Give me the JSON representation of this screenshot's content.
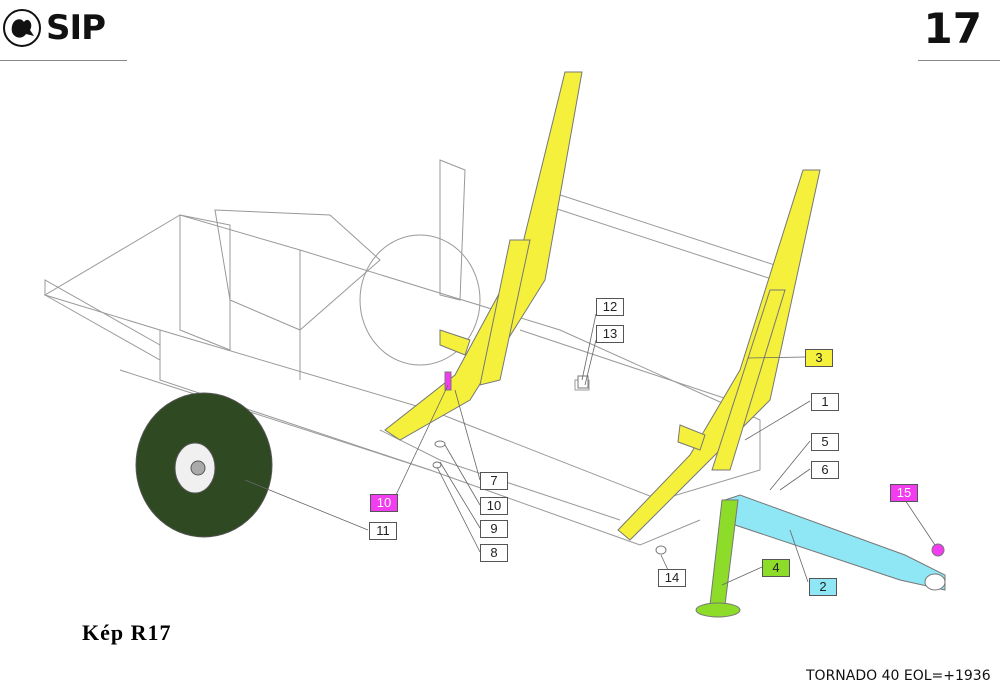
{
  "header": {
    "brand": "SIP",
    "page_number": "17"
  },
  "caption": "Kép  R17",
  "footer": "TORNADO 40 EOL=+1936",
  "colors": {
    "yellow": "#f4f03c",
    "blue": "#8fe6f4",
    "green": "#8edc2a",
    "wheel": "#2f4a22",
    "magenta": "#f23cf0"
  },
  "callouts": [
    {
      "id": "12",
      "text": "12"
    },
    {
      "id": "13",
      "text": "13"
    },
    {
      "id": "3",
      "text": "3"
    },
    {
      "id": "1",
      "text": "1"
    },
    {
      "id": "5",
      "text": "5"
    },
    {
      "id": "6",
      "text": "6"
    },
    {
      "id": "15",
      "text": "15"
    },
    {
      "id": "7",
      "text": "7"
    },
    {
      "id": "10a",
      "text": "10"
    },
    {
      "id": "9",
      "text": "9"
    },
    {
      "id": "8",
      "text": "8"
    },
    {
      "id": "10b",
      "text": "10"
    },
    {
      "id": "11",
      "text": "11"
    },
    {
      "id": "14",
      "text": "14"
    },
    {
      "id": "4",
      "text": "4"
    },
    {
      "id": "2",
      "text": "2"
    }
  ]
}
